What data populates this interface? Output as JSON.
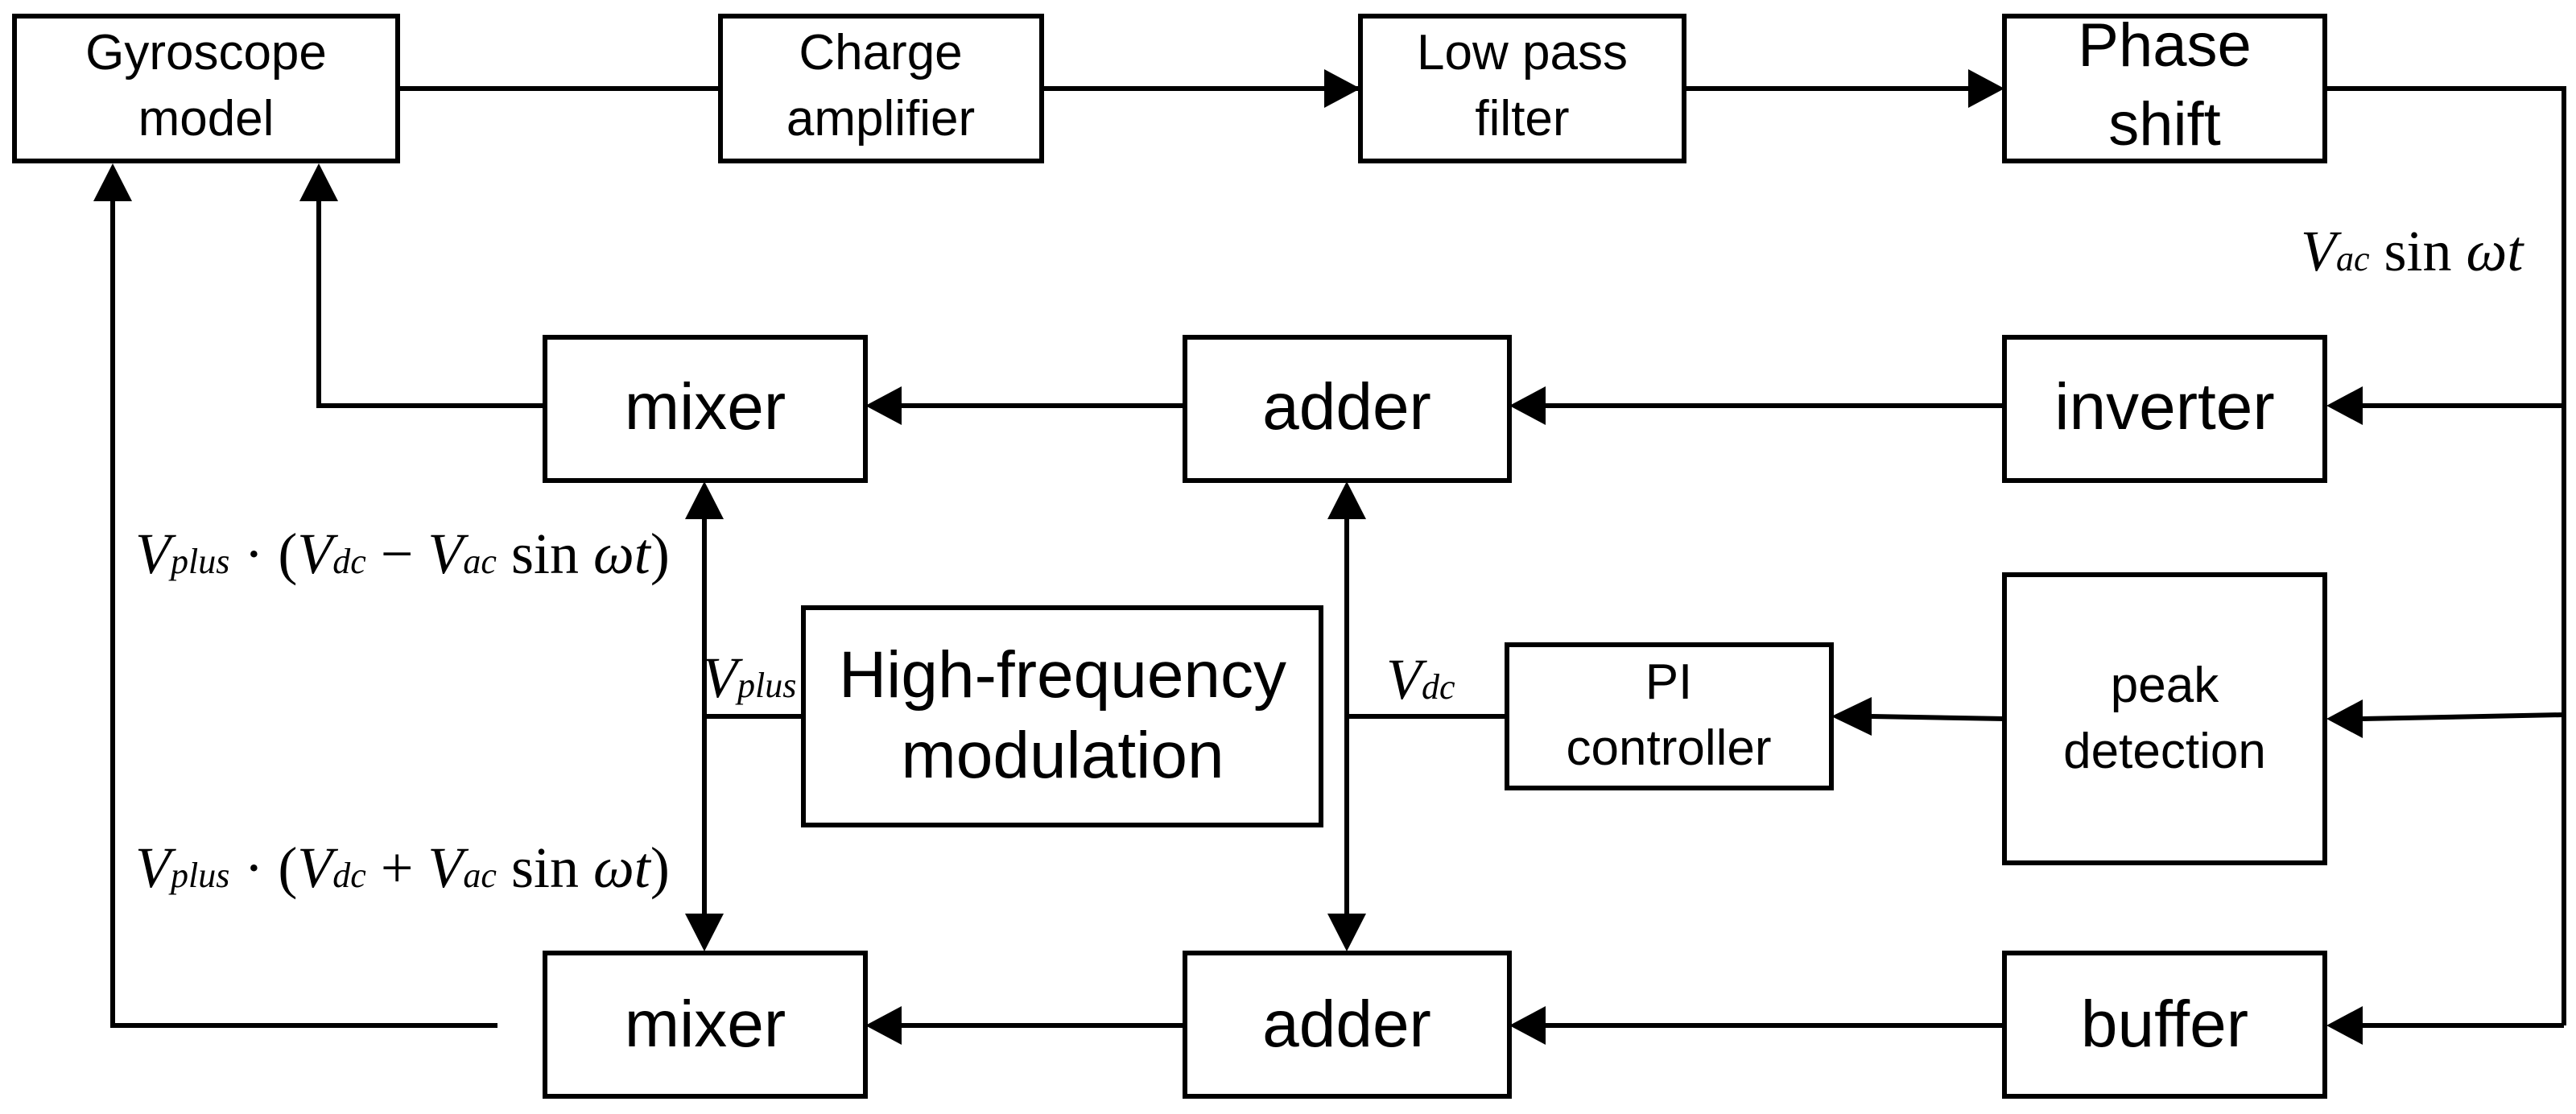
{
  "blocks": {
    "gyroscope_model": [
      "Gyroscope",
      "model"
    ],
    "charge_amplifier": [
      "Charge",
      "amplifier"
    ],
    "low_pass_filter": [
      "Low pass",
      "filter"
    ],
    "phase_shift": [
      "Phase",
      "shift"
    ],
    "mixer_top": "mixer",
    "adder_top": "adder",
    "inverter": "inverter",
    "high_frequency_modulation": [
      "High-frequency",
      "modulation"
    ],
    "pi_controller": [
      "PI",
      "controller"
    ],
    "peak_detection": [
      "peak",
      "detection"
    ],
    "mixer_bottom": "mixer",
    "adder_bottom": "adder",
    "buffer": "buffer"
  },
  "labels": {
    "vac_sin_wt": {
      "V": "V",
      "sub": "ac",
      "rest": " sin ",
      "omega_t": "ωt"
    },
    "vplus_minus": {
      "V": "V",
      "sub": "plus",
      "op": " · (",
      "V2": "V",
      "sub2": "dc",
      "minus": " − ",
      "V3": "V",
      "sub3": "ac",
      "sin": " sin ",
      "wt": "ωt",
      "close": ")"
    },
    "vplus_plus": {
      "V": "V",
      "sub": "plus",
      "op": " · (",
      "V2": "V",
      "sub2": "dc",
      "plus": " + ",
      "V3": "V",
      "sub3": "ac",
      "sin": " sin ",
      "wt": "ωt",
      "close": ")"
    },
    "vplus": {
      "V": "V",
      "sub": "plus"
    },
    "vdc": {
      "V": "V",
      "sub": "dc"
    }
  }
}
